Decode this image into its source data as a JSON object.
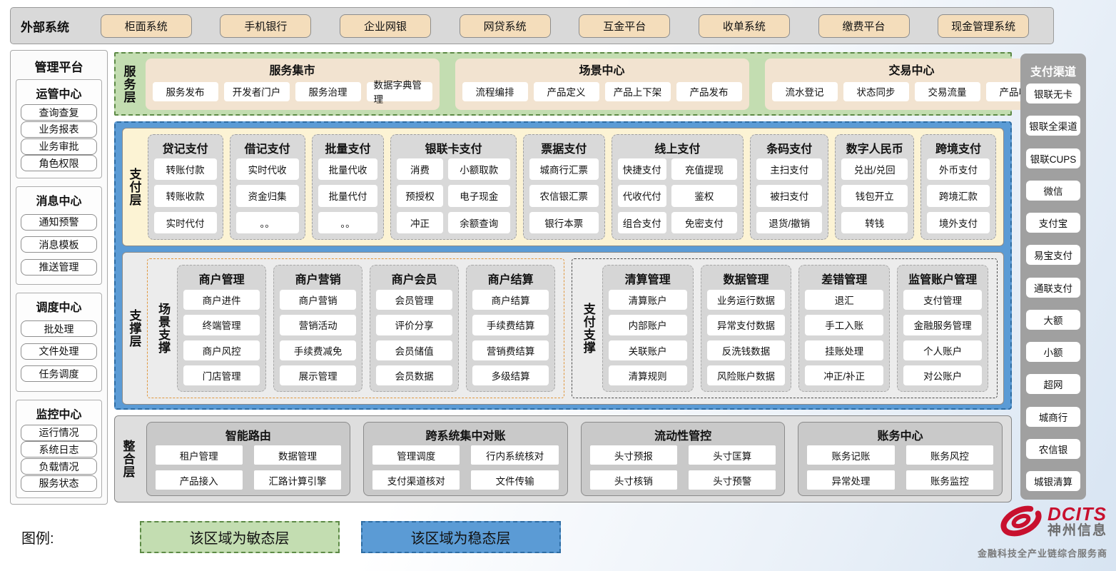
{
  "external_systems": {
    "label": "外部系统",
    "items": [
      "柜面系统",
      "手机银行",
      "企业网银",
      "网贷系统",
      "互金平台",
      "收单系统",
      "缴费平台",
      "现金管理系统"
    ]
  },
  "management_platform": {
    "title": "管理平台",
    "groups": [
      {
        "title": "运管中心",
        "items": [
          "查询查复",
          "业务报表",
          "业务审批",
          "角色权限"
        ]
      },
      {
        "title": "消息中心",
        "items": [
          "通知预警",
          "消息模板",
          "推送管理"
        ]
      },
      {
        "title": "调度中心",
        "items": [
          "批处理",
          "文件处理",
          "任务调度"
        ]
      },
      {
        "title": "监控中心",
        "items": [
          "运行情况",
          "系统日志",
          "负载情况",
          "服务状态"
        ]
      }
    ]
  },
  "service_layer": {
    "label": "服务层",
    "panels": [
      {
        "title": "服务集市",
        "items": [
          "服务发布",
          "开发者门户",
          "服务治理",
          "数据字典管理"
        ]
      },
      {
        "title": "场景中心",
        "items": [
          "流程编排",
          "产品定义",
          "产品上下架",
          "产品发布"
        ]
      },
      {
        "title": "交易中心",
        "items": [
          "流水登记",
          "状态同步",
          "交易流量",
          "产品收益"
        ]
      }
    ]
  },
  "payment_layer": {
    "label": "支付层",
    "columns": [
      {
        "title": "贷记支付",
        "cols": 1,
        "flex": 1,
        "items": [
          "转账付款",
          "转账收款",
          "实时代付"
        ]
      },
      {
        "title": "借记支付",
        "cols": 1,
        "flex": 1,
        "items": [
          "实时代收",
          "资金归集",
          "。。"
        ]
      },
      {
        "title": "批量支付",
        "cols": 1,
        "flex": 0.95,
        "items": [
          "批量代收",
          "批量代付",
          "。。"
        ]
      },
      {
        "title": "银联卡支付",
        "cols": 2,
        "flex": 1.8,
        "items": [
          "消费",
          "小额取款",
          "预授权",
          "电子现金",
          "冲正",
          "余额查询"
        ]
      },
      {
        "title": "票据支付",
        "cols": 1,
        "flex": 1.1,
        "items": [
          "城商行汇票",
          "农信银汇票",
          "银行本票"
        ]
      },
      {
        "title": "线上支付",
        "cols": 2,
        "flex": 1.9,
        "items": [
          "快捷支付",
          "充值提现",
          "代收代付",
          "鉴权",
          "组合支付",
          "免密支付"
        ]
      },
      {
        "title": "条码支付",
        "cols": 1,
        "flex": 1.05,
        "items": [
          "主扫支付",
          "被扫支付",
          "退货/撤销"
        ]
      },
      {
        "title": "数字人民币",
        "cols": 1,
        "flex": 1.05,
        "items": [
          "兑出/兑回",
          "钱包开立",
          "转钱"
        ]
      },
      {
        "title": "跨境支付",
        "cols": 1,
        "flex": 1,
        "items": [
          "外币支付",
          "跨境汇款",
          "境外支付"
        ]
      }
    ]
  },
  "support_layer": {
    "label": "支撑层",
    "sections": [
      {
        "label": "场景支撑",
        "style": "scene",
        "columns": [
          {
            "title": "商户管理",
            "items": [
              "商户进件",
              "终端管理",
              "商户风控",
              "门店管理"
            ]
          },
          {
            "title": "商户营销",
            "items": [
              "商户营销",
              "营销活动",
              "手续费减免",
              "展示管理"
            ]
          },
          {
            "title": "商户会员",
            "items": [
              "会员管理",
              "评价分享",
              "会员储值",
              "会员数据"
            ]
          },
          {
            "title": "商户结算",
            "items": [
              "商户结算",
              "手续费结算",
              "营销费结算",
              "多级结算"
            ]
          }
        ]
      },
      {
        "label": "支付支撑",
        "style": "pay",
        "columns": [
          {
            "title": "清算管理",
            "items": [
              "清算账户",
              "内部账户",
              "关联账户",
              "清算规则"
            ]
          },
          {
            "title": "数据管理",
            "items": [
              "业务运行数据",
              "异常支付数据",
              "反洗钱数据",
              "风险账户数据"
            ]
          },
          {
            "title": "差错管理",
            "items": [
              "退汇",
              "手工入账",
              "挂账处理",
              "冲正/补正"
            ]
          },
          {
            "title": "监管账户管理",
            "items": [
              "支付管理",
              "金融服务管理",
              "个人账户",
              "对公账户"
            ]
          }
        ]
      }
    ]
  },
  "integration_layer": {
    "label": "整合层",
    "panels": [
      {
        "title": "智能路由",
        "items": [
          "租户管理",
          "数据管理",
          "产品接入",
          "汇路计算引擎"
        ]
      },
      {
        "title": "跨系统集中对账",
        "items": [
          "管理调度",
          "行内系统核对",
          "支付渠道核对",
          "文件传输"
        ]
      },
      {
        "title": "流动性管控",
        "items": [
          "头寸预报",
          "头寸匡算",
          "头寸核销",
          "头寸预警"
        ]
      },
      {
        "title": "账务中心",
        "items": [
          "账务记账",
          "账务风控",
          "异常处理",
          "账务监控"
        ]
      }
    ]
  },
  "payment_channels": {
    "title": "支付渠道",
    "items": [
      "银联无卡",
      "银联全渠道",
      "银联CUPS",
      "微信",
      "支付宝",
      "易宝支付",
      "通联支付",
      "大额",
      "小额",
      "超网",
      "城商行",
      "农信银",
      "城银清算"
    ]
  },
  "legend": {
    "label": "图例:",
    "agile_label": "该区域为敏态层",
    "stable_label": "该区域为稳态层",
    "agile_color": "#c3ddb1",
    "stable_color": "#5b9bd5"
  },
  "logo": {
    "brand": "DCITS",
    "company": "神州信息",
    "tagline": "金融科技全产业链综合服务商",
    "brand_color": "#c8102e"
  }
}
